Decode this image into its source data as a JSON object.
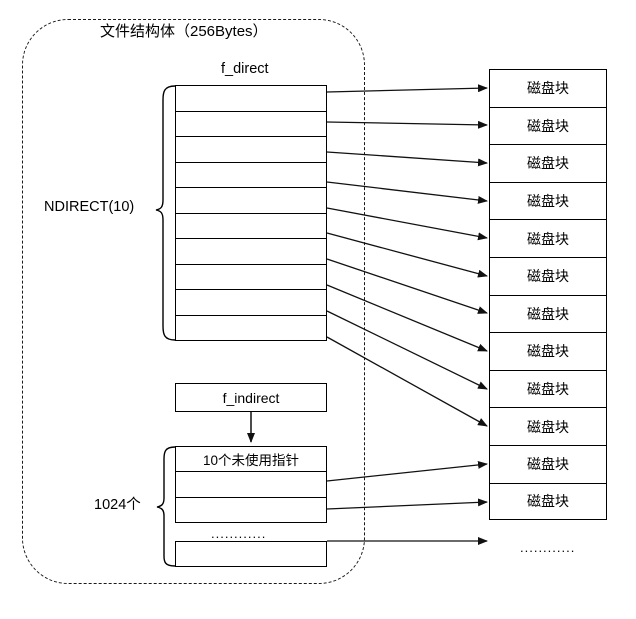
{
  "diagram": {
    "title": "文件结构体（256Bytes）",
    "labels": {
      "f_direct": "f_direct",
      "ndirect": "NDIRECT(10)",
      "f_indirect": "f_indirect",
      "count_1024": "1024个",
      "unused_pointers": "10个未使用指针",
      "ellipsis_indirect": "............",
      "ellipsis_disk": "............"
    },
    "f_direct_table": {
      "row_count": 10,
      "rows": [
        "",
        "",
        "",
        "",
        "",
        "",
        "",
        "",
        "",
        ""
      ]
    },
    "indirect_table": {
      "rows": [
        "10个未使用指针",
        "",
        ""
      ],
      "tail_rows": [
        ""
      ]
    },
    "disk_blocks": {
      "label": "磁盘块",
      "count": 12,
      "items": [
        "磁盘块",
        "磁盘块",
        "磁盘块",
        "磁盘块",
        "磁盘块",
        "磁盘块",
        "磁盘块",
        "磁盘块",
        "磁盘块",
        "磁盘块",
        "磁盘块",
        "磁盘块"
      ]
    },
    "colors": {
      "line": "#000000",
      "background": "#ffffff",
      "dashed_border": "#1a1a1a"
    }
  }
}
